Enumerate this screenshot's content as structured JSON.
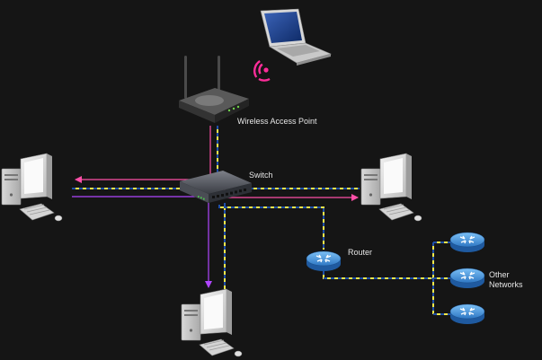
{
  "labels": {
    "wireless_access_point": "Wireless Access Point",
    "switch": "Switch",
    "router": "Router",
    "other_networks_line1": "Other",
    "other_networks_line2": "Networks"
  },
  "colors": {
    "background": "#151515",
    "cable_yellow": "#f2e84b",
    "cable_blue": "#1f4fa8",
    "link_pink": "#ff4fa8",
    "link_purple": "#b046ff",
    "wifi_pink": "#ff2d9a",
    "router_blue": "#3b8ddb",
    "label_text": "#e6e6e6"
  },
  "icons": {
    "laptop": "laptop-icon",
    "wifi": "wifi-signal-icon",
    "access_point": "wireless-router-icon",
    "switch": "network-switch-icon",
    "router": "router-icon",
    "desktop": "desktop-computer-icon"
  }
}
